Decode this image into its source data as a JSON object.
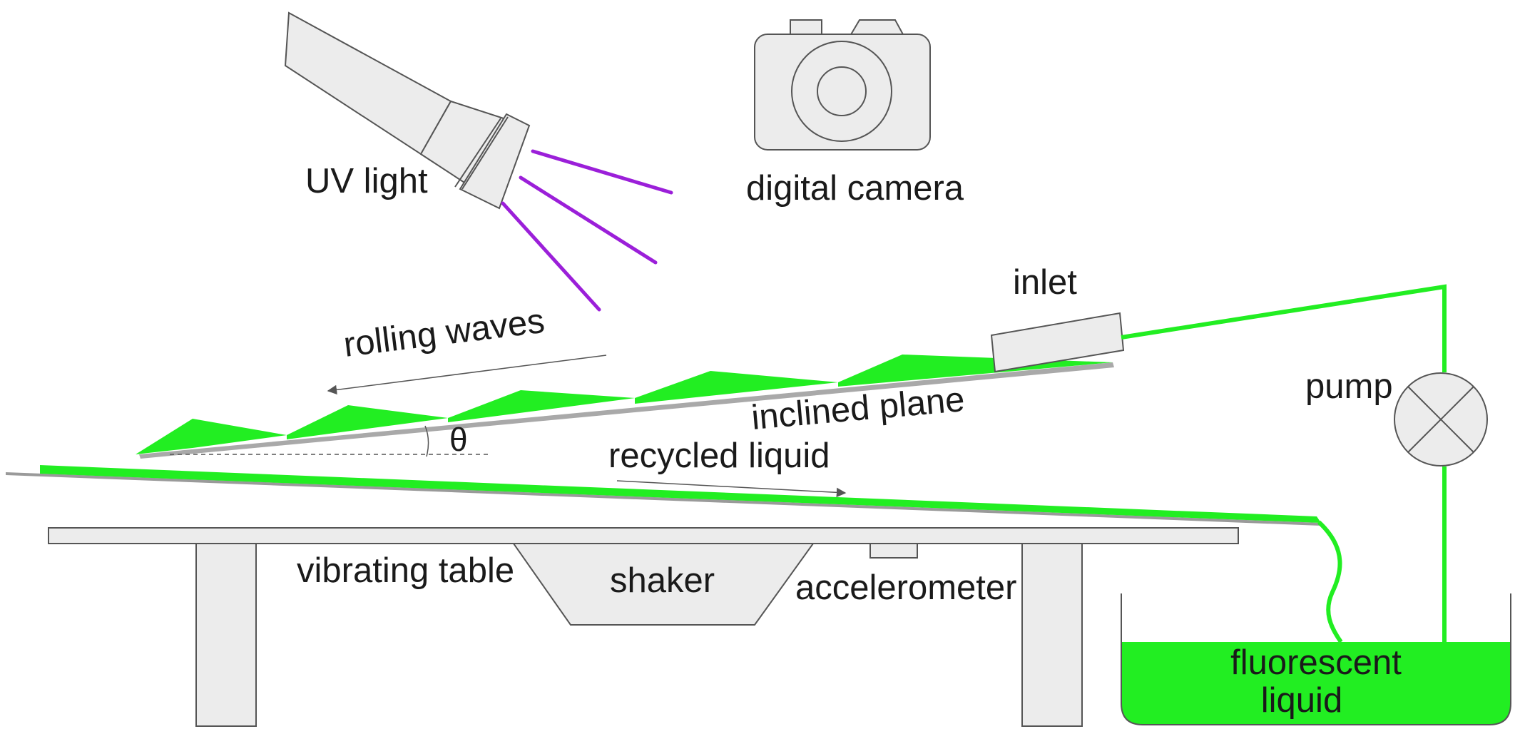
{
  "colors": {
    "fluorescent_green": "#22ee22",
    "uv_purple": "#9b1fd9",
    "equipment_fill": "#ececec",
    "outline": "#555555"
  },
  "labels": {
    "uv_light": "UV light",
    "digital_camera": "digital camera",
    "inlet": "inlet",
    "rolling_waves": "rolling waves",
    "pump": "pump",
    "inclined_plane": "inclined plane",
    "theta": "θ",
    "recycled_liquid": "recycled liquid",
    "vibrating_table": "vibrating table",
    "shaker": "shaker",
    "accelerometer": "accelerometer",
    "fluorescent_line1": "fluorescent",
    "fluorescent_line2": "liquid"
  }
}
